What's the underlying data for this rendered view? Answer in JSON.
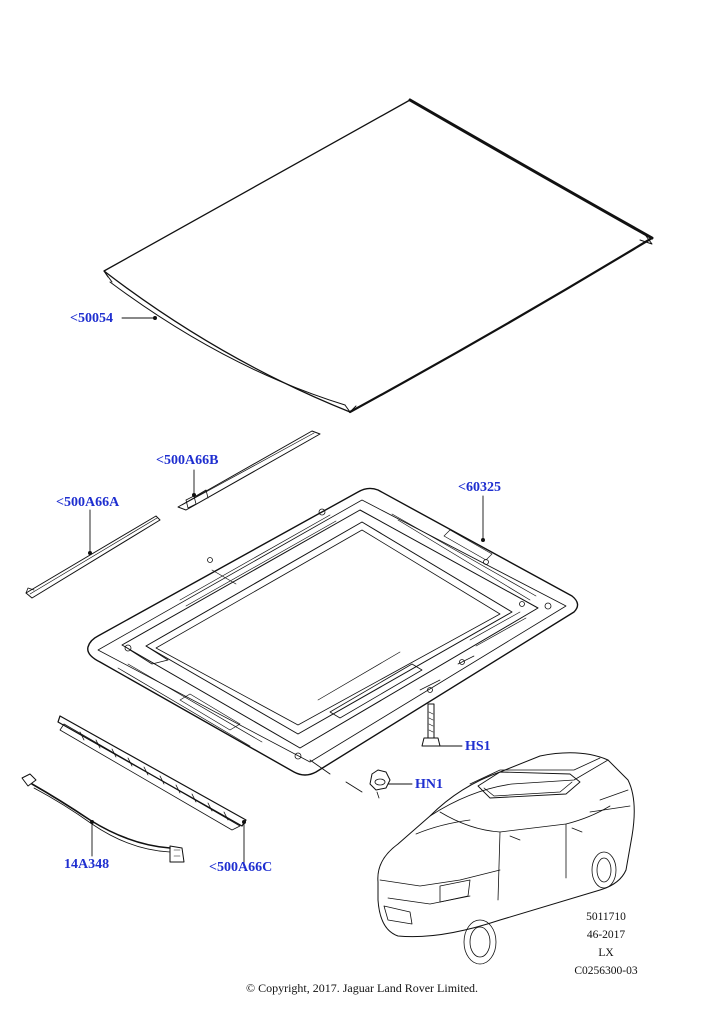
{
  "callouts": {
    "roof_panel": "<50054",
    "moulding_b": "<500A66B",
    "moulding_a": "<500A66A",
    "headliner_frame": "<60325",
    "bolt": "HS1",
    "nut": "HN1",
    "harness": "14A348",
    "moulding_c": "<500A66C"
  },
  "footer": {
    "ref_1": "5011710",
    "ref_2": "46-2017",
    "ref_3": "LX",
    "ref_4": "C0256300-03",
    "copyright": "© Copyright, 2017. Jaguar Land Rover Limited."
  },
  "colors": {
    "callout": "#1f2fd0",
    "line": "#111111"
  }
}
